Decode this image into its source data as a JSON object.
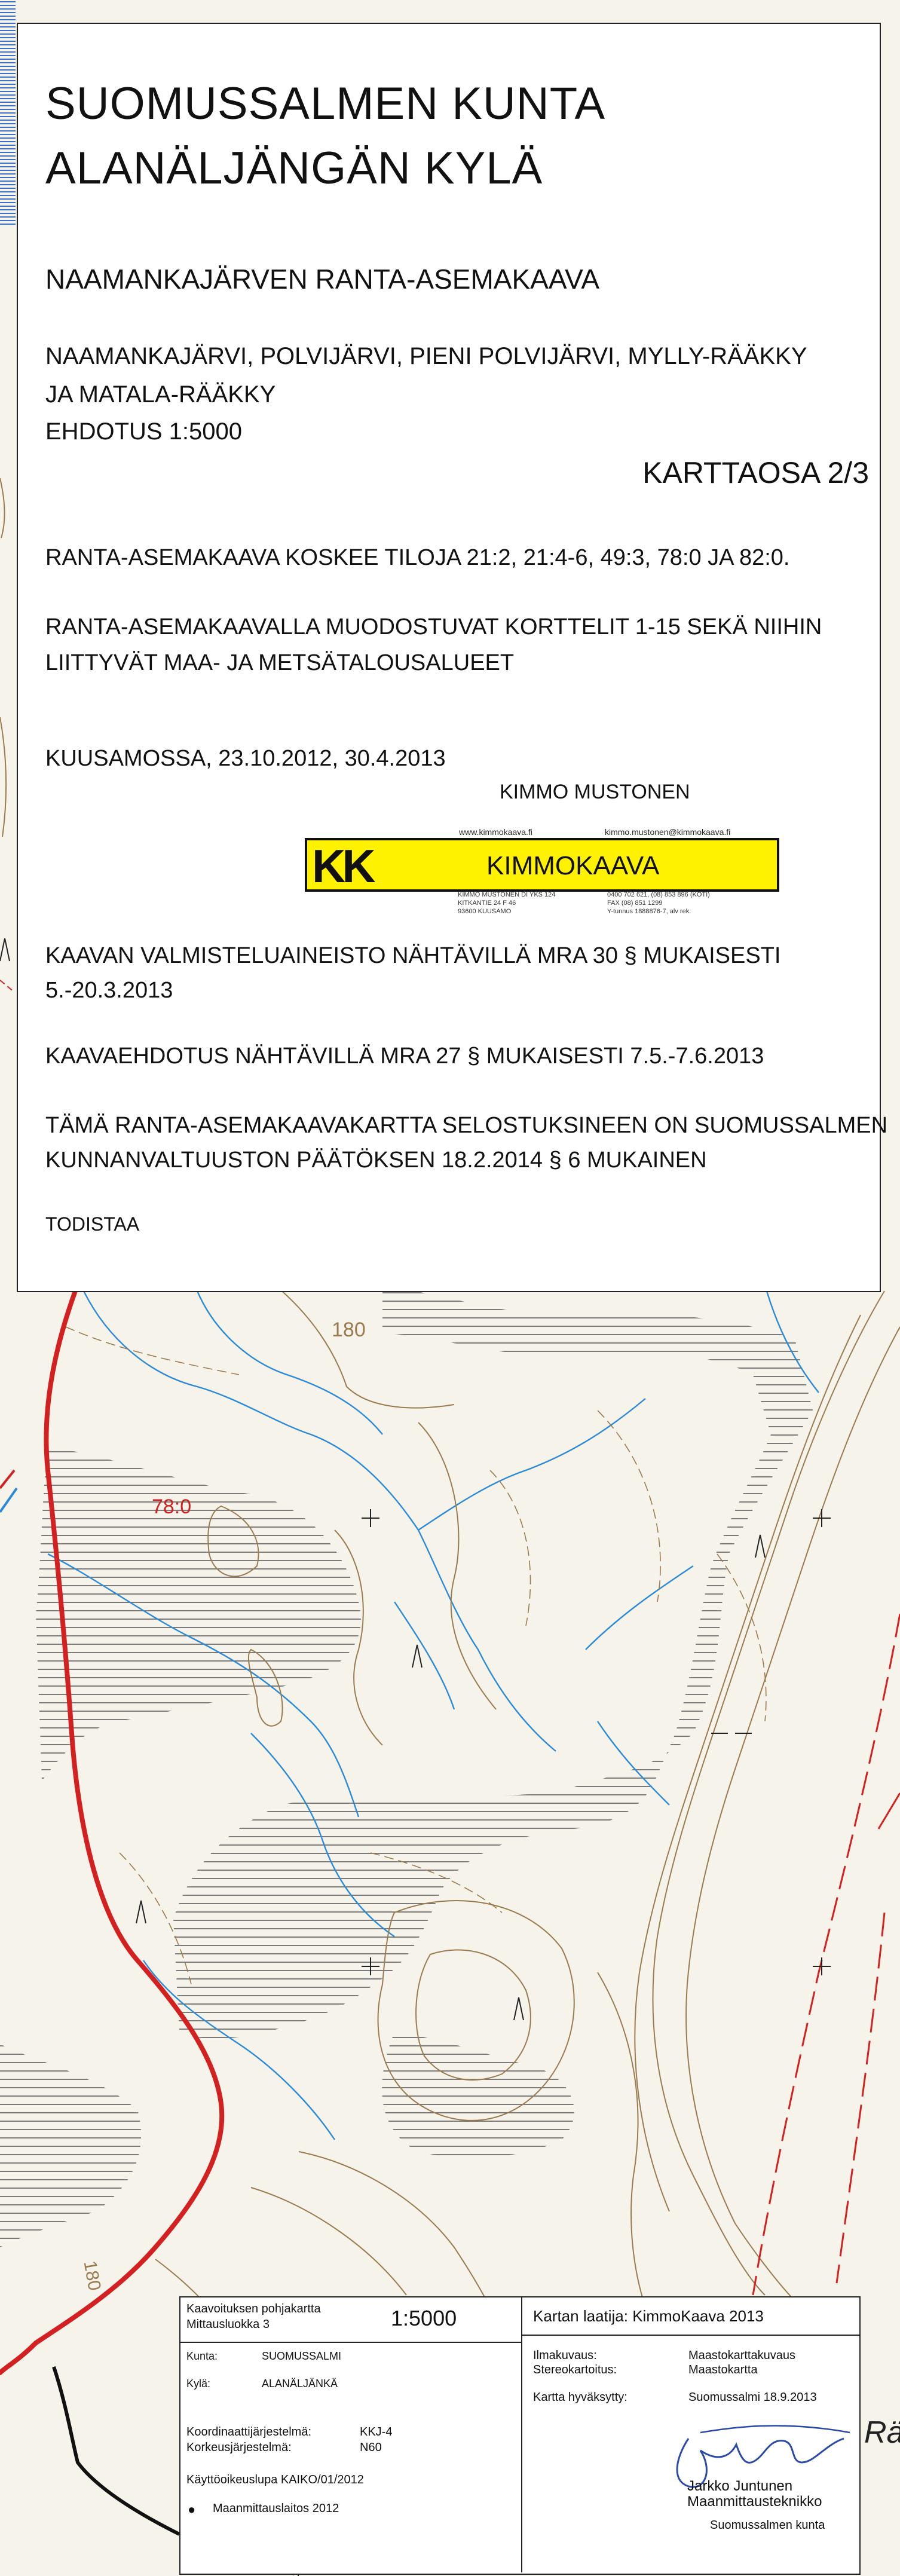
{
  "header": {
    "municipality": "SUOMUSSALMEN KUNTA",
    "village": "ALANÄLJÄNGÄN KYLÄ",
    "plan_name": "NAAMANKAJÄRVEN RANTA-ASEMAKAAVA",
    "lakes_line1": "NAAMANKAJÄRVI, POLVIJÄRVI, PIENI POLVIJÄRVI, MYLLY-RÄÄKKY",
    "lakes_line2": "JA MATALA-RÄÄKKY",
    "proposal": "EHDOTUS 1:5000",
    "map_part": "KARTTAOSA 2/3"
  },
  "body": {
    "concerns": "RANTA-ASEMAKAAVA KOSKEE TILOJA 21:2, 21:4-6, 49:3, 78:0 JA 82:0.",
    "blocks_line1": "RANTA-ASEMAKAAVALLA MUODOSTUVAT KORTTELIT 1-15 SEKÄ NIIHIN",
    "blocks_line2": "LIITTYVÄT MAA- JA METSÄTALOUSALUEET",
    "place_date": "KUUSAMOSSA, 23.10.2012, 30.4.2013",
    "author": "KIMMO MUSTONEN",
    "prep_line1": "KAAVAN VALMISTELUAINEISTO NÄHTÄVILLÄ MRA 30 § MUKAISESTI",
    "prep_line2": "5.-20.3.2013",
    "proposal_display": "KAAVAEHDOTUS NÄHTÄVILLÄ MRA 27 § MUKAISESTI 7.5.-7.6.2013",
    "approval_line1": "TÄMÄ RANTA-ASEMAKAAVAKARTTA SELOSTUKSINEEN ON SUOMUSSALMEN",
    "approval_line2": "KUNNANVALTUUSTON PÄÄTÖKSEN 18.2.2014 § 6 MUKAINEN",
    "certify": "TODISTAA"
  },
  "logo": {
    "website": "www.kimmokaava.fi",
    "email": "kimmo.mustonen@kimmokaava.fi",
    "mark": "KK",
    "company": "KIMMOKAAVA",
    "contact_col1": [
      "KIMMO MUSTONEN   DI    YKS 124",
      "KITKANTIE 24 F 46",
      "93600 KUUSAMO"
    ],
    "contact_col2": [
      "0400 702 621, (08) 853 896 (KOTI)",
      "FAX (08) 851 1299",
      "Y-tunnus 1888876-7, alv rek."
    ]
  },
  "map": {
    "contour_label_top": "180",
    "contour_label_bottom": "180",
    "parcel_label": "78:0",
    "place_name_fragment": "Rä"
  },
  "title_block": {
    "basemap_line1": "Kaavoituksen pohjakartta",
    "basemap_line2": "Mittausluokka 3",
    "scale": "1:5000",
    "compiler": "Kartan laatija: KimmoKaava 2013",
    "kunta_label": "Kunta:",
    "kunta_value": "SUOMUSSALMI",
    "kyla_label": "Kylä:",
    "kyla_value": "ALANÄLJÄNKÄ",
    "coord_label": "Koordinaattijärjestelmä:",
    "coord_value": "KKJ-4",
    "height_label": "Korkeusjärjestelmä:",
    "height_value": "N60",
    "license": "Käyttöoikeuslupa KAIKO/01/2012",
    "copyright": "Maanmittauslaitos 2012",
    "aerial_label": "Ilmakuvaus:",
    "aerial_value": "Maastokarttakuvaus",
    "stereo_label": "Stereokartoitus:",
    "stereo_value": "Maastokartta",
    "approved_label": "Kartta hyväksytty:",
    "approved_value": "Suomussalmi 18.9.2013",
    "signer_name": "Jarkko Juntunen",
    "signer_title": "Maanmittausteknikko",
    "signer_org": "Suomussalmen kunta"
  },
  "colors": {
    "paper": "#f6f3ea",
    "road": "#d32020",
    "property_boundary": "#d32020",
    "contour": "#9a7b4f",
    "stream": "#2a8ad8",
    "lake_hatch": "#3b6fc9",
    "logo_yellow": "#fff200"
  }
}
